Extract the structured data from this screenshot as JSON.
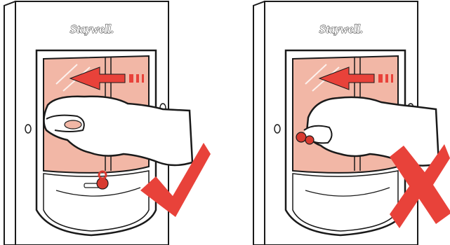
{
  "brand": {
    "logo_text": "Staywell."
  },
  "colors": {
    "outline": "#1a1a1a",
    "glass_tint": "#f2b7a6",
    "arrow_red": "#e8423a",
    "correct_mark": "#e8423a",
    "incorrect_mark": "#e8423a",
    "lock_red": "#d83a30"
  },
  "panels": [
    {
      "id": "left",
      "status": "correct",
      "mark_icon": "check-mark-icon",
      "hand_position": "holding-flap-frame"
    },
    {
      "id": "right",
      "status": "incorrect",
      "mark_icon": "cross-mark-icon",
      "hand_position": "pinching-lock-knob"
    }
  ]
}
